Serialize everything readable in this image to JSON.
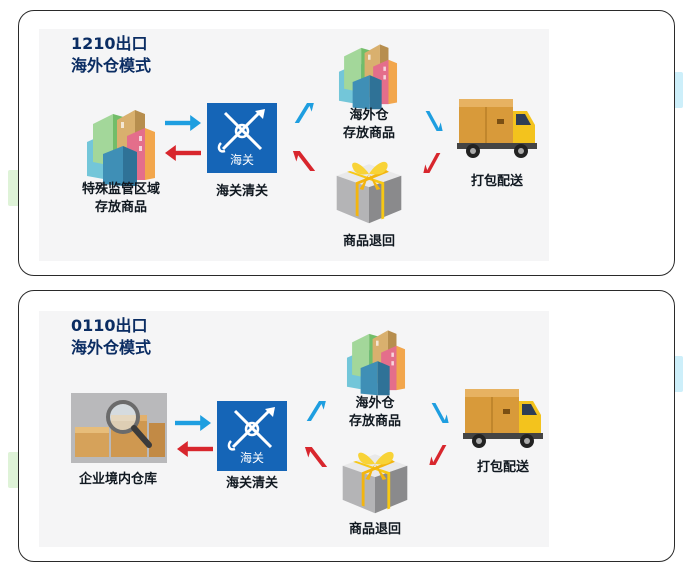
{
  "panels": [
    {
      "title_line1": "1210出口",
      "title_line2": "海外仓模式",
      "source_label_line1": "特殊监管区域",
      "source_label_line2": "存放商品",
      "customs_icon_text": "海关",
      "customs_label": "海关清关",
      "warehouse_label_line1": "海外仓",
      "warehouse_label_line2": "存放商品",
      "delivery_label": "打包配送",
      "return_label": "商品退回"
    },
    {
      "title_line1": "0110出口",
      "title_line2": "海外仓模式",
      "source_label_line1": "企业境内仓库",
      "customs_icon_text": "海关",
      "customs_label": "海关清关",
      "warehouse_label_line1": "海外仓",
      "warehouse_label_line2": "存放商品",
      "delivery_label": "打包配送",
      "return_label": "商品退回"
    }
  ],
  "colors": {
    "forward_arrow": "#1e9ee0",
    "return_arrow": "#d8262d",
    "customs_icon_bg": "#1565b7",
    "title_text": "#0b2d63",
    "side_tab_light_blue": "#cdeffa",
    "side_tab_light_green": "#dff3d8"
  },
  "icons": {
    "source_1": "colorful-buildings-icon",
    "source_2": "magnifier-on-boxes-icon",
    "customs": "customs-emblem-icon",
    "warehouse": "colorful-buildings-icon",
    "delivery": "delivery-truck-icon",
    "return": "gift-box-icon"
  }
}
